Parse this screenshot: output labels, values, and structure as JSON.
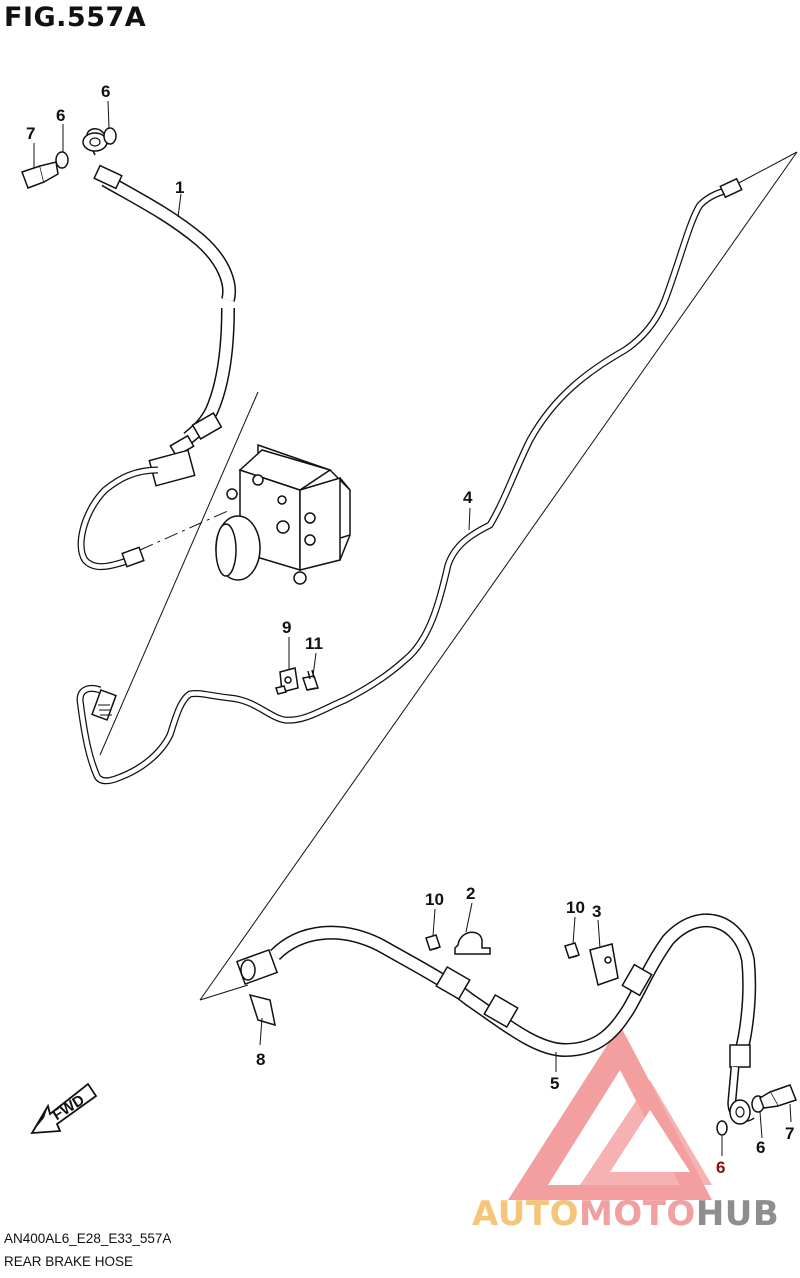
{
  "figure": {
    "title": "FIG.557A"
  },
  "callouts": [
    {
      "id": "c1",
      "text": "1"
    },
    {
      "id": "c2",
      "text": "2"
    },
    {
      "id": "c3",
      "text": "3"
    },
    {
      "id": "c4",
      "text": "4"
    },
    {
      "id": "c5",
      "text": "5"
    },
    {
      "id": "c6a",
      "text": "6"
    },
    {
      "id": "c6b",
      "text": "6"
    },
    {
      "id": "c6c",
      "text": "6"
    },
    {
      "id": "c6d",
      "text": "6"
    },
    {
      "id": "c7a",
      "text": "7"
    },
    {
      "id": "c7b",
      "text": "7"
    },
    {
      "id": "c8",
      "text": "8"
    },
    {
      "id": "c9",
      "text": "9"
    },
    {
      "id": "c10a",
      "text": "10"
    },
    {
      "id": "c10b",
      "text": "10"
    },
    {
      "id": "c11",
      "text": "11"
    }
  ],
  "direction_marker": {
    "label": "FWD",
    "icon": "arrow-left-down"
  },
  "footer": {
    "model_code": "AN400AL6_E28_E33_557A",
    "part_name": "REAR BRAKE HOSE"
  },
  "watermark": {
    "part1": "AUTO",
    "part2": "MOTO",
    "part3": "HUB",
    "colors": {
      "auto": "#f5c57a",
      "moto": "#f0a0a0",
      "hub": "#8e8e8e",
      "logo": "#f08080"
    }
  }
}
